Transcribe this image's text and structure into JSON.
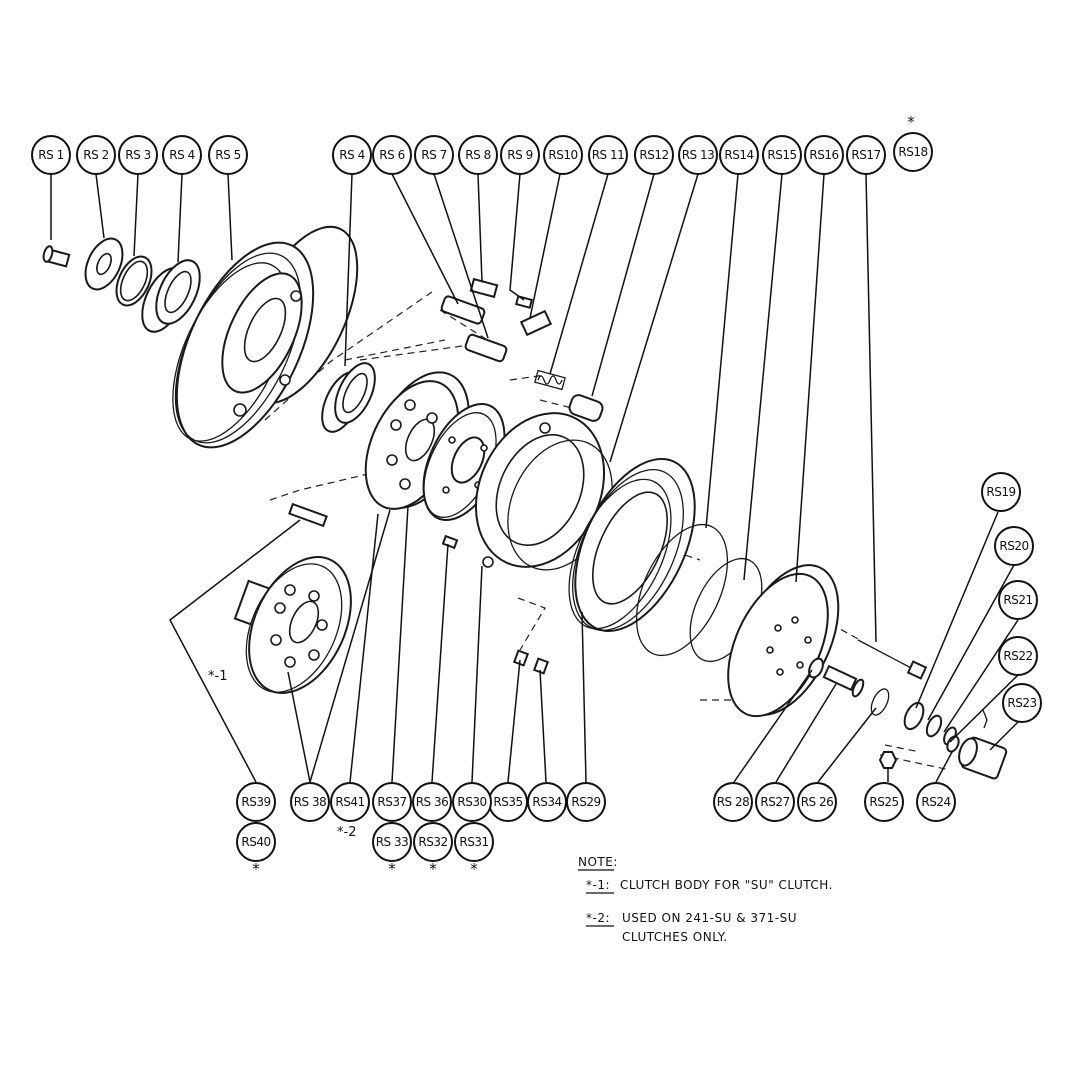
{
  "labels": {
    "rs1": "RS 1",
    "rs2": "RS 2",
    "rs3": "RS 3",
    "rs4a": "RS 4",
    "rs5": "RS 5",
    "rs4b": "RS 4",
    "rs6": "RS 6",
    "rs7": "RS 7",
    "rs8": "RS 8",
    "rs9": "RS 9",
    "rs10": "RS10",
    "rs11": "RS 11",
    "rs12": "RS12",
    "rs13": "RS 13",
    "rs14": "RS14",
    "rs15": "RS15",
    "rs16": "RS16",
    "rs17": "RS17",
    "rs18": "RS18",
    "rs19": "RS19",
    "rs20": "RS20",
    "rs21": "RS21",
    "rs22": "RS22",
    "rs23": "RS23",
    "rs24": "RS24",
    "rs25": "RS25",
    "rs26": "RS 26",
    "rs27": "RS27",
    "rs28": "RS 28",
    "rs29": "RS29",
    "rs34": "RS34",
    "rs35": "RS35",
    "rs30": "RS30",
    "rs36": "RS 36",
    "rs37": "RS37",
    "rs41": "RS41",
    "rs38": "RS 38",
    "rs39": "RS39",
    "rs40": "RS40",
    "rs33": "RS 33",
    "rs32": "RS32",
    "rs31": "RS31"
  },
  "marks": {
    "star": "*",
    "x1": "*-1",
    "x2": "*-2"
  },
  "note": {
    "title": "NOTE:",
    "line1_mark": "*-1:",
    "line1_text": "CLUTCH BODY FOR \"SU\" CLUTCH.",
    "line2_mark": "*-2:",
    "line2_text": "USED ON 241-SU & 371-SU",
    "line3_text": "CLUTCHES ONLY."
  }
}
